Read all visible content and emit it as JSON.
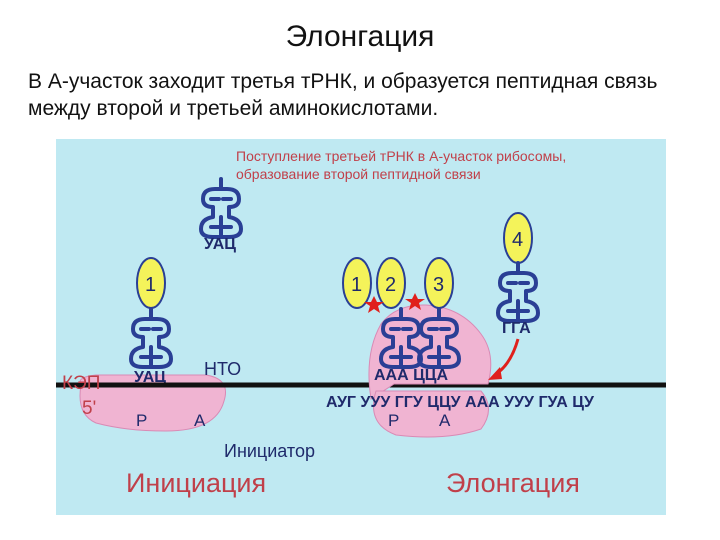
{
  "slide": {
    "title": "Элонгация",
    "text": "В А-участок заходит третья тРНК, и образуется пептидная связь между второй и третьей аминокислотами."
  },
  "figure": {
    "caption_line1": "Поступление третьей тРНК в А-участок рибосомы,",
    "caption_line2": "образование второй пептидной связи",
    "cap_label": "КЭП",
    "five_prime": "5'",
    "nto": "НТО",
    "initiator": "Инициатор",
    "stage_initiation": "Инициация",
    "stage_elongation": "Элонгация",
    "mrna_sequence": "АУГ УУУ ГГУ ЦЦУ ААА УУУ ГУА ЦУ",
    "anticodon_free": "УАЦ",
    "anticodon_init": "УАЦ",
    "anticodon_p_a": "ААА ЦЦА",
    "anticodon_incoming": "ГГА",
    "site_p": "Р",
    "site_a": "А",
    "amino_acids": [
      "1",
      "1",
      "2",
      "3",
      "4"
    ]
  },
  "colors": {
    "caption": "#c0404a",
    "stage_text": "#c0404a",
    "amino_fill": "#f4f35a",
    "trna_stroke": "#2a3f95",
    "ribosome_fill": "#f0b4d2",
    "arrow": "#e0201c",
    "dark_label": "#1f2a6b"
  }
}
